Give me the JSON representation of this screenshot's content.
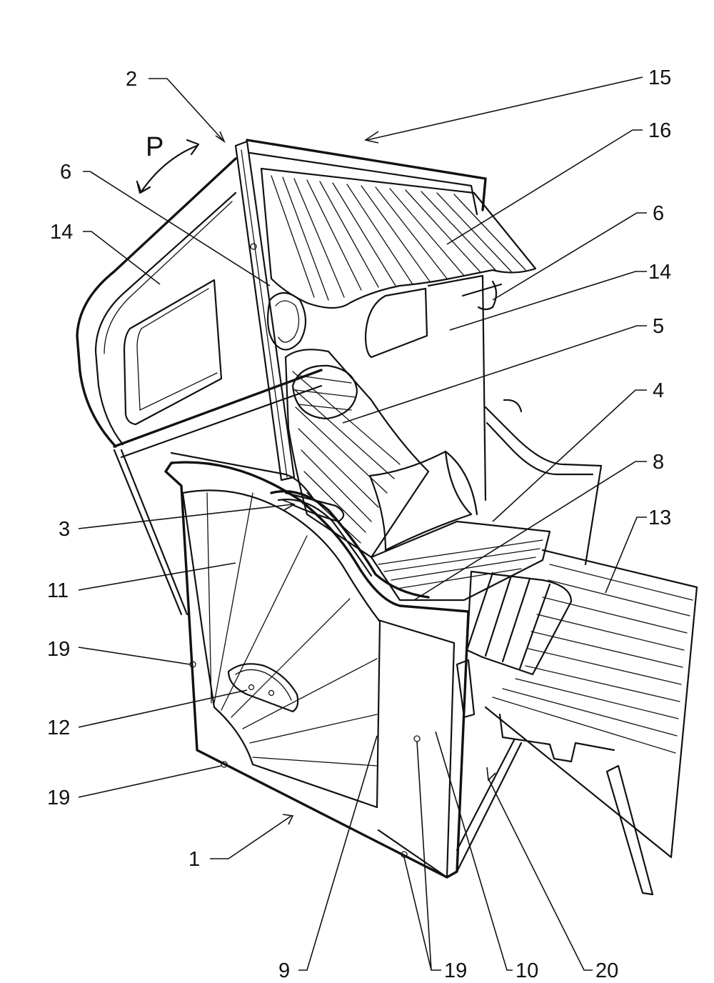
{
  "figure": {
    "callouts": [
      {
        "id": "c2",
        "label": "2"
      },
      {
        "id": "c15",
        "label": "15"
      },
      {
        "id": "c16",
        "label": "16"
      },
      {
        "id": "c6a",
        "label": "6"
      },
      {
        "id": "c6b",
        "label": "6"
      },
      {
        "id": "c14a",
        "label": "14"
      },
      {
        "id": "c14b",
        "label": "14"
      },
      {
        "id": "c5",
        "label": "5"
      },
      {
        "id": "c4",
        "label": "4"
      },
      {
        "id": "c8",
        "label": "8"
      },
      {
        "id": "c3",
        "label": "3"
      },
      {
        "id": "c13",
        "label": "13"
      },
      {
        "id": "c11",
        "label": "11"
      },
      {
        "id": "c19a",
        "label": "19"
      },
      {
        "id": "c12",
        "label": "12"
      },
      {
        "id": "c19b",
        "label": "19"
      },
      {
        "id": "c1",
        "label": "1"
      },
      {
        "id": "c9",
        "label": "9"
      },
      {
        "id": "c19c",
        "label": "19"
      },
      {
        "id": "c10",
        "label": "10"
      },
      {
        "id": "c20",
        "label": "20"
      }
    ],
    "rotation_label": "P"
  }
}
